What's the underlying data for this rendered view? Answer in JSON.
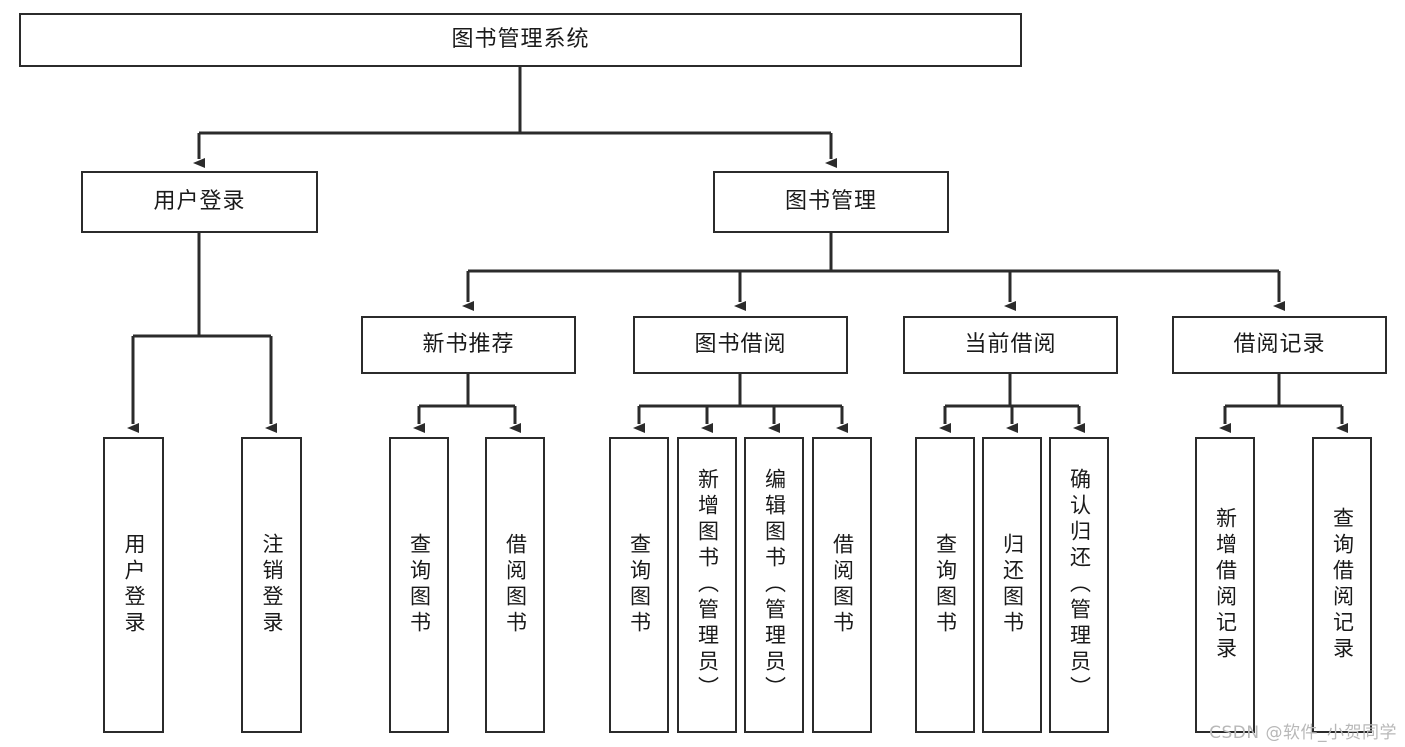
{
  "diagram": {
    "type": "tree",
    "title": "图书管理系统",
    "watermark": "CSDN @软件_小贺同学",
    "colors": {
      "box_border": "#2b2b2b",
      "box_fill": "#ffffff",
      "connector": "#2b2b2b",
      "text": "#1a1a1a",
      "watermark": "#b8b8b8",
      "background": "#ffffff"
    },
    "nodes": {
      "root": {
        "label": "图书管理系统"
      },
      "level2": [
        {
          "id": "user-login",
          "label": "用户登录"
        },
        {
          "id": "book-management",
          "label": "图书管理"
        }
      ],
      "level3": [
        {
          "id": "new-book-recommend",
          "label": "新书推荐"
        },
        {
          "id": "book-borrow",
          "label": "图书借阅"
        },
        {
          "id": "current-borrow",
          "label": "当前借阅"
        },
        {
          "id": "borrow-record",
          "label": "借阅记录"
        }
      ],
      "leaves": {
        "user-login": [
          {
            "id": "leaf-user-login",
            "label": "用户登录"
          },
          {
            "id": "leaf-logout-login",
            "label": "注销登录"
          }
        ],
        "new-book-recommend": [
          {
            "id": "leaf-query-book-1",
            "label": "查询图书"
          },
          {
            "id": "leaf-borrow-book-1",
            "label": "借阅图书"
          }
        ],
        "book-borrow": [
          {
            "id": "leaf-query-book-2",
            "label": "查询图书"
          },
          {
            "id": "leaf-add-book",
            "label": "新增图书（管理员）"
          },
          {
            "id": "leaf-edit-book",
            "label": "编辑图书（管理员）"
          },
          {
            "id": "leaf-borrow-book-2",
            "label": "借阅图书"
          }
        ],
        "current-borrow": [
          {
            "id": "leaf-query-book-3",
            "label": "查询图书"
          },
          {
            "id": "leaf-return-book",
            "label": "归还图书"
          },
          {
            "id": "leaf-confirm-return",
            "label": "确认归还（管理员）"
          }
        ],
        "borrow-record": [
          {
            "id": "leaf-add-record",
            "label": "新增借阅记录"
          },
          {
            "id": "leaf-query-record",
            "label": "查询借阅记录"
          }
        ]
      }
    }
  }
}
